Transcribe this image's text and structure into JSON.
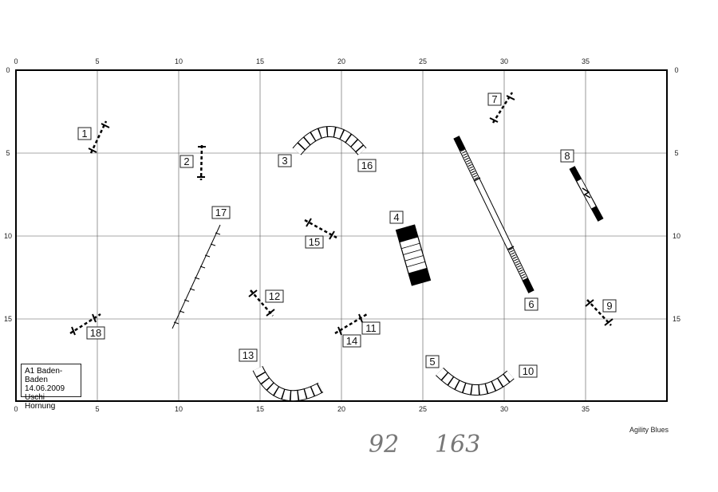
{
  "course": {
    "x_ticks": [
      "0",
      "5",
      "10",
      "15",
      "20",
      "25",
      "30",
      "35"
    ],
    "y_ticks": [
      "0",
      "5",
      "10",
      "15"
    ],
    "obstacles": [
      {
        "id": "jump-1",
        "label": "1",
        "kind": "jump"
      },
      {
        "id": "jump-2",
        "label": "2",
        "kind": "jump"
      },
      {
        "id": "tire-3",
        "label": "3",
        "kind": "tunnel"
      },
      {
        "id": "table-4",
        "label": "4",
        "kind": "table"
      },
      {
        "id": "tunnel-5",
        "label": "5",
        "kind": "tunnel"
      },
      {
        "id": "dogwalk-6",
        "label": "6",
        "kind": "dogwalk"
      },
      {
        "id": "jump-7",
        "label": "7",
        "kind": "jump"
      },
      {
        "id": "wall-8",
        "label": "8",
        "kind": "wall"
      },
      {
        "id": "jump-9",
        "label": "9",
        "kind": "jump"
      },
      {
        "id": "tunnel-10",
        "label": "10",
        "kind": "tunnel"
      },
      {
        "id": "jump-11",
        "label": "11",
        "kind": "jump"
      },
      {
        "id": "jump-12",
        "label": "12",
        "kind": "jump"
      },
      {
        "id": "tunnel-13",
        "label": "13",
        "kind": "tunnel"
      },
      {
        "id": "jump-14",
        "label": "14",
        "kind": "jump"
      },
      {
        "id": "jump-15",
        "label": "15",
        "kind": "jump"
      },
      {
        "id": "tunnel-16",
        "label": "16",
        "kind": "tunnel"
      },
      {
        "id": "weave-17",
        "label": "17",
        "kind": "weave"
      },
      {
        "id": "jump-18",
        "label": "18",
        "kind": "jump"
      }
    ]
  },
  "info": {
    "event": "A1 Baden-Baden",
    "date": "14.06.2009",
    "judge": "Uschi Hornung"
  },
  "footer": {
    "brand": "Agility Blues"
  },
  "handwriting": {
    "left": "92",
    "right": "163"
  }
}
